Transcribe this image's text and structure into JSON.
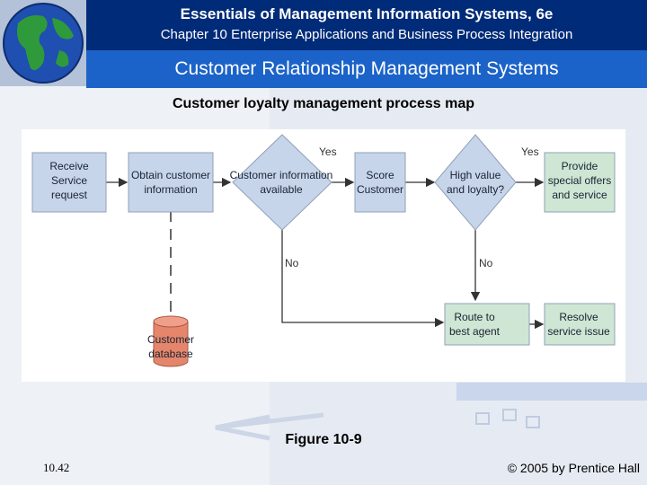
{
  "header": {
    "book_title": "Essentials of Management Information Systems, 6e",
    "chapter": "Chapter 10 Enterprise Applications and Business Process Integration",
    "slide_title": "Customer Relationship Management Systems"
  },
  "diagram": {
    "title": "Customer loyalty management process map",
    "nodes": {
      "receive": [
        "Receive",
        "Service",
        "request"
      ],
      "obtain": [
        "Obtain customer",
        "information"
      ],
      "available": [
        "Customer information",
        "available"
      ],
      "score": [
        "Score",
        "Customer"
      ],
      "loyalty": [
        "High value",
        "and loyalty?"
      ],
      "offers": [
        "Provide",
        "special offers",
        "and service"
      ],
      "route": [
        "Route to",
        "best agent"
      ],
      "resolve": [
        "Resolve",
        "service issue"
      ],
      "database": [
        "Customer",
        "database"
      ]
    },
    "labels": {
      "yes1": "Yes",
      "yes2": "Yes",
      "no1": "No",
      "no2": "No"
    }
  },
  "colors": {
    "box_fill": "#c7d5ea",
    "box_green": "#cfe6d4",
    "db_fill": "#e5866c",
    "header_dark": "#002b78",
    "header_blue": "#1b63c8"
  },
  "footer": {
    "figure": "Figure 10-9",
    "page": "10.42",
    "copyright": "© 2005 by Prentice Hall"
  }
}
